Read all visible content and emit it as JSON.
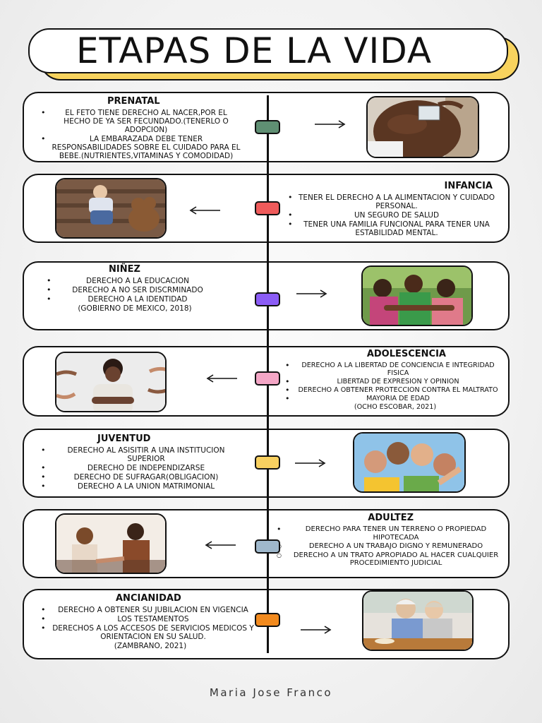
{
  "title": "ETAPAS DE LA VIDA",
  "footer": "Maria Jose Franco",
  "stages": [
    {
      "name": "PRENATAL",
      "color": "#5f8f73",
      "items": [
        "EL FETO TIENE DERECHO AL NACER,POR EL HECHO DE YA SER FECUNDADO.(TENERLO O ADOPCION)",
        "LA EMBARAZADA DEBE TENER RESPONSABILIDADES SOBRE EL CUIDADO PARA EL BEBE.(NUTRIENTES,VITAMINAS Y COMODIDAD)"
      ],
      "photo": "pregnant-belly-ultrasound"
    },
    {
      "name": "INFANCIA",
      "color": "#ef5b5b",
      "items": [
        "TENER EL DERECHO A LA ALIMENTACION Y CUIDADO PERSONAL.",
        "UN SEGURO DE SALUD",
        "TENER UNA FAMILIA FUNCIONAL PARA TENER UNA ESTABILIDAD MENTAL."
      ],
      "photo": "toddler-with-teddy-bear"
    },
    {
      "name": "NIÑEZ",
      "color": "#8b5cf6",
      "items": [
        "DERECHO A LA EDUCACION",
        "DERECHO A NO SER DISCRMINADO",
        "DERECHO A LA IDENTIDAD"
      ],
      "citation": "(GOBIERNO DE MEXICO, 2018)",
      "photo": "children-playing"
    },
    {
      "name": "ADOLESCENCIA",
      "color": "#f4a6c6",
      "items": [
        "DERECHO A LA LIBERTAD DE CONCIENCIA E INTEGRIDAD FISICA",
        "LIBERTAD DE EXPRESION Y OPINION",
        "DERECHO A OBTENER PROTECCION CONTRA EL MALTRATO",
        "MAYORIA DE EDAD"
      ],
      "citation": "(OCHO ESCOBAR, 2021)",
      "photo": "teen-arms-crossed"
    },
    {
      "name": "JUVENTUD",
      "color": "#f8d060",
      "items": [
        "DERECHO AL ASISITIR A UNA INSTITUCION SUPERIOR",
        "DERECHO DE INDEPENDIZARSE",
        "DERECHO DE SUFRAGAR(OBLIGACION)",
        "DERECHO A LA UNION MATRIMONIAL"
      ],
      "photo": "young-friends-huddle"
    },
    {
      "name": "ADULTEZ",
      "color": "#9fb8cc",
      "items": [
        "DERECHO PARA TENER UN TERRENO O PROPIEDAD HIPOTECADA",
        "DERECHO A UN TRABAJO DIGNO Y REMUNERADO",
        "DERECHO A UN TRATO APROPIADO  AL HACER CUALQUIER PROCEDIMIENTO JUDICIAL"
      ],
      "photo": "adults-handshake"
    },
    {
      "name": "ANCIANIDAD",
      "color": "#f28a1e",
      "items": [
        "DERECHO A OBTENER SU JUBILACION EN VIGENCIA",
        "LOS TESTAMENTOS",
        "DERECHOS A LOS ACCESOS DE SERVICIOS MEDICOS Y ORIENTACION EN SU SALUD."
      ],
      "citation": "(ZAMBRANO, 2021)",
      "photo": "elderly-couple"
    }
  ]
}
